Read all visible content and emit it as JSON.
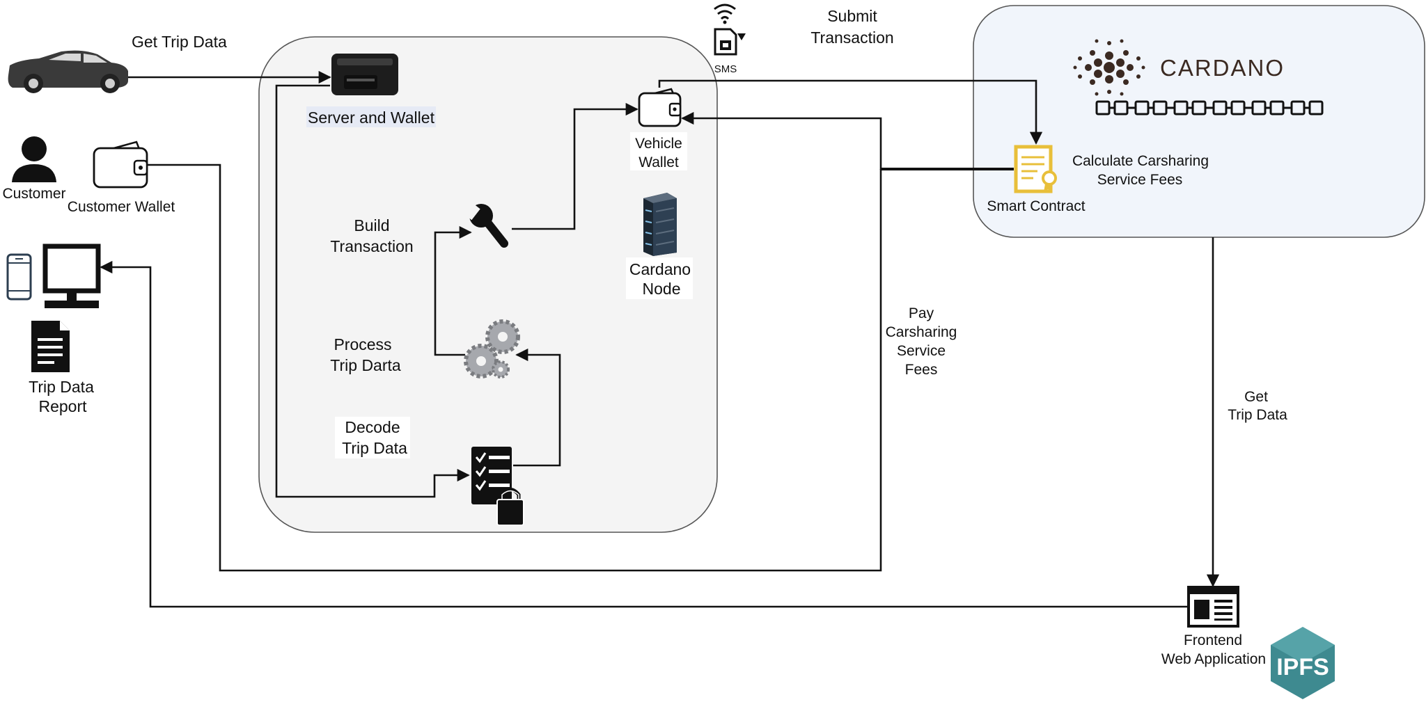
{
  "labels": {
    "get_trip_data_top": "Get Trip Data",
    "server_and_wallet": "Server and Wallet",
    "customer": "Customer",
    "customer_wallet": "Customer Wallet",
    "trip_data_report_1": "Trip Data",
    "trip_data_report_2": "Report",
    "build_transaction_1": "Build",
    "build_transaction_2": "Transaction",
    "process_trip_1": "Process",
    "process_trip_2": "Trip Darta",
    "decode_trip_1": "Decode",
    "decode_trip_2": "Trip Data",
    "vehicle_wallet_1": "Vehicle",
    "vehicle_wallet_2": "Wallet",
    "cardano_node_1": "Cardano",
    "cardano_node_2": "Node",
    "sms": "SMS",
    "submit_transaction_1": "Submit",
    "submit_transaction_2": "Transaction",
    "cardano_brand": "CARDANO",
    "calc_fees_1": "Calculate Carsharing",
    "calc_fees_2": "Service Fees",
    "smart_contract": "Smart Contract",
    "pay_fees_1": "Pay",
    "pay_fees_2": "Carsharing",
    "pay_fees_3": "Service",
    "pay_fees_4": "Fees",
    "get_trip_data_right_1": "Get",
    "get_trip_data_right_2": "Trip Data",
    "frontend_1": "Frontend",
    "frontend_2": "Web Application",
    "ipfs": "IPFS"
  },
  "icons": {
    "car": "car-icon",
    "obd_device": "obd-device-icon",
    "person": "person-icon",
    "wallet": "wallet-icon",
    "phone": "smartphone-icon",
    "monitor": "desktop-monitor-icon",
    "document": "document-icon",
    "wrench": "wrench-icon",
    "gears": "gears-icon",
    "checklist_lock": "checklist-lock-icon",
    "server_rack": "server-rack-icon",
    "wifi": "wifi-icon",
    "sim": "sim-card-icon",
    "cardano_logo": "cardano-logo-icon",
    "blockchain": "blockchain-icon",
    "certificate": "certificate-icon",
    "browser": "browser-window-icon",
    "ipfs_logo": "ipfs-logo-icon"
  },
  "colors": {
    "line": "#111111",
    "vehicle_box_fill": "#f4f4f4",
    "cardano_box_fill": "#f1f5fb",
    "box_stroke": "#555555",
    "contract_gold": "#e8bf3a",
    "cardano_brown": "#3b2a22",
    "ipfs_teal": "#3e8a90",
    "gear_gray": "#a6a8ad",
    "label_highlight": "#e6eaf5"
  }
}
